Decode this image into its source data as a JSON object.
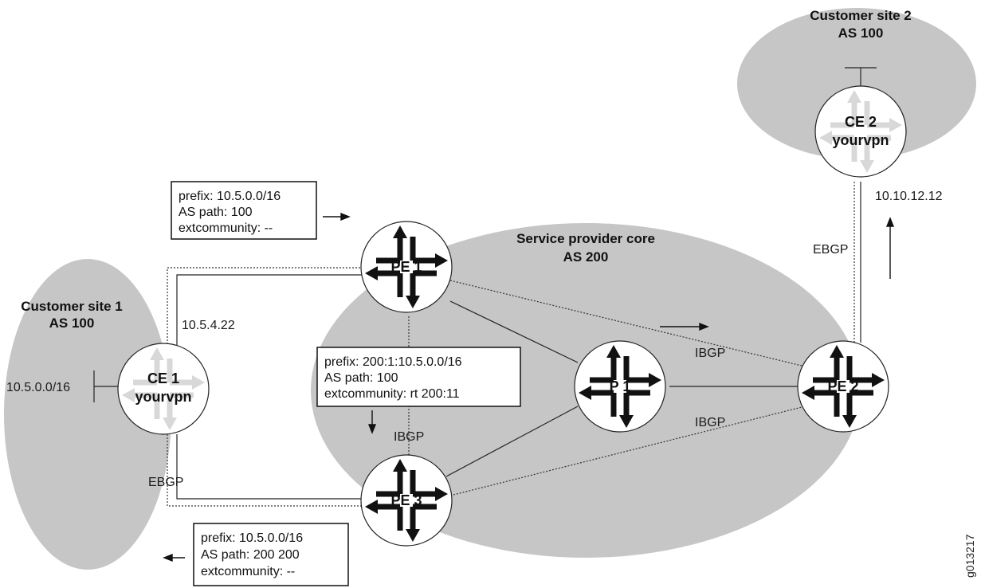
{
  "colors": {
    "region_fill": "#c6c6c6",
    "router_fill": "#ffffff",
    "arrow_dark": "#111111",
    "arrow_light": "#d8d8d8",
    "line": "#222222"
  },
  "regions": {
    "site1": {
      "line1": "Customer site 1",
      "line2": "AS 100"
    },
    "site2": {
      "line1": "Customer site 2",
      "line2": "AS 100"
    },
    "core": {
      "line1": "Service provider core",
      "line2": "AS 200"
    }
  },
  "routers": {
    "ce1": {
      "line1": "CE 1",
      "line2": "yourvpn",
      "icon": "router-icon-light"
    },
    "ce2": {
      "line1": "CE 2",
      "line2": "yourvpn",
      "icon": "router-icon-light"
    },
    "pe1": {
      "label": "PE 1",
      "icon": "router-icon-dark"
    },
    "pe2": {
      "label": "PE 2",
      "icon": "router-icon-dark"
    },
    "pe3": {
      "label": "PE 3",
      "icon": "router-icon-dark"
    },
    "p1": {
      "label": "P 1",
      "icon": "router-icon-dark"
    }
  },
  "labels": {
    "prefix_site1": "10.5.0.0/16",
    "ce1_address": "10.5.4.22",
    "ce2_address": "10.10.12.12",
    "ebgp_left": "EBGP",
    "ebgp_right": "EBGP",
    "ibgp_pe1_pe3": "IBGP",
    "ibgp_pe1_pe2": "IBGP",
    "ibgp_pe3_pe2": "IBGP",
    "figure_id": "g013217"
  },
  "route_boxes": {
    "top": {
      "line1": "prefix: 10.5.0.0/16",
      "line2": "AS path: 100",
      "line3": "extcommunity: --"
    },
    "middle": {
      "line1": "prefix: 200:1:10.5.0.0/16",
      "line2": "AS path: 100",
      "line3": "extcommunity: rt 200:11"
    },
    "bottom": {
      "line1": "prefix: 10.5.0.0/16",
      "line2": "AS path: 200 200",
      "line3": "extcommunity:  --"
    }
  }
}
